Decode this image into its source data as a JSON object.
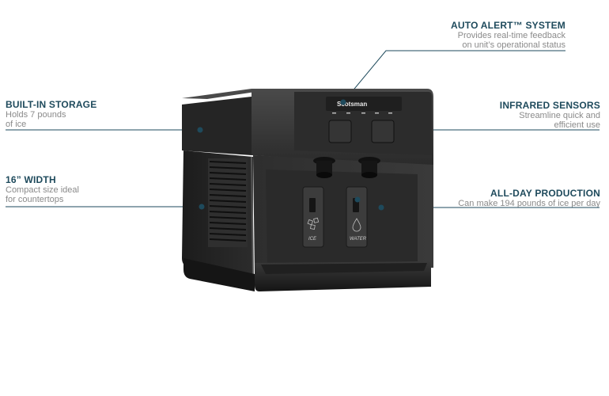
{
  "callouts": {
    "auto_alert": {
      "title": "AUTO ALERT™ SYSTEM",
      "desc_line1": "Provides real-time feedback",
      "desc_line2": "on unit’s operational status"
    },
    "built_in_storage": {
      "title": "BUILT-IN STORAGE",
      "desc_line1": "Holds 7 pounds",
      "desc_line2": "of ice"
    },
    "infrared_sensors": {
      "title": "INFRARED SENSORS",
      "desc_line1": "Streamline quick and",
      "desc_line2": "efficient use"
    },
    "width": {
      "title": "16” WIDTH",
      "desc_line1": "Compact size ideal",
      "desc_line2": "for countertops"
    },
    "all_day_production": {
      "title": "ALL-DAY PRODUCTION",
      "desc_line1": "Can make 194 pounds of ice per day"
    }
  },
  "product": {
    "brand": "Scotsman",
    "ice_label": "ICE",
    "water_label": "WATER"
  },
  "colors": {
    "accent": "#1e4a5c",
    "body": "#2b2b2b",
    "body_dark": "#1a1a1a"
  }
}
